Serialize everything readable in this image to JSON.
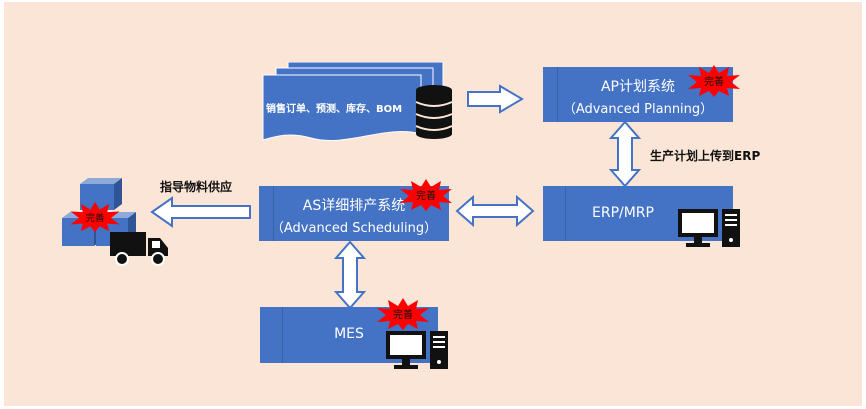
{
  "sources": {
    "label": "销售订单、预测、库存、BOM"
  },
  "ap_system": {
    "line1": "AP计划系统",
    "line2": "（Advanced Planning）"
  },
  "erp_system": {
    "line1": "ERP/MRP"
  },
  "as_system": {
    "line1": "AS详细排产系统",
    "line2": "（Advanced Scheduling）"
  },
  "mes_system": {
    "line1": "MES"
  },
  "labels": {
    "upload_to_erp": "生产计划上传到ERP",
    "guide_supply": "指导物料供应"
  },
  "badge": {
    "text": "完善"
  },
  "colors": {
    "box": "#4472c4",
    "background": "#fbe5d6",
    "badge": "#ff0000",
    "arrow": "#4472c4"
  }
}
